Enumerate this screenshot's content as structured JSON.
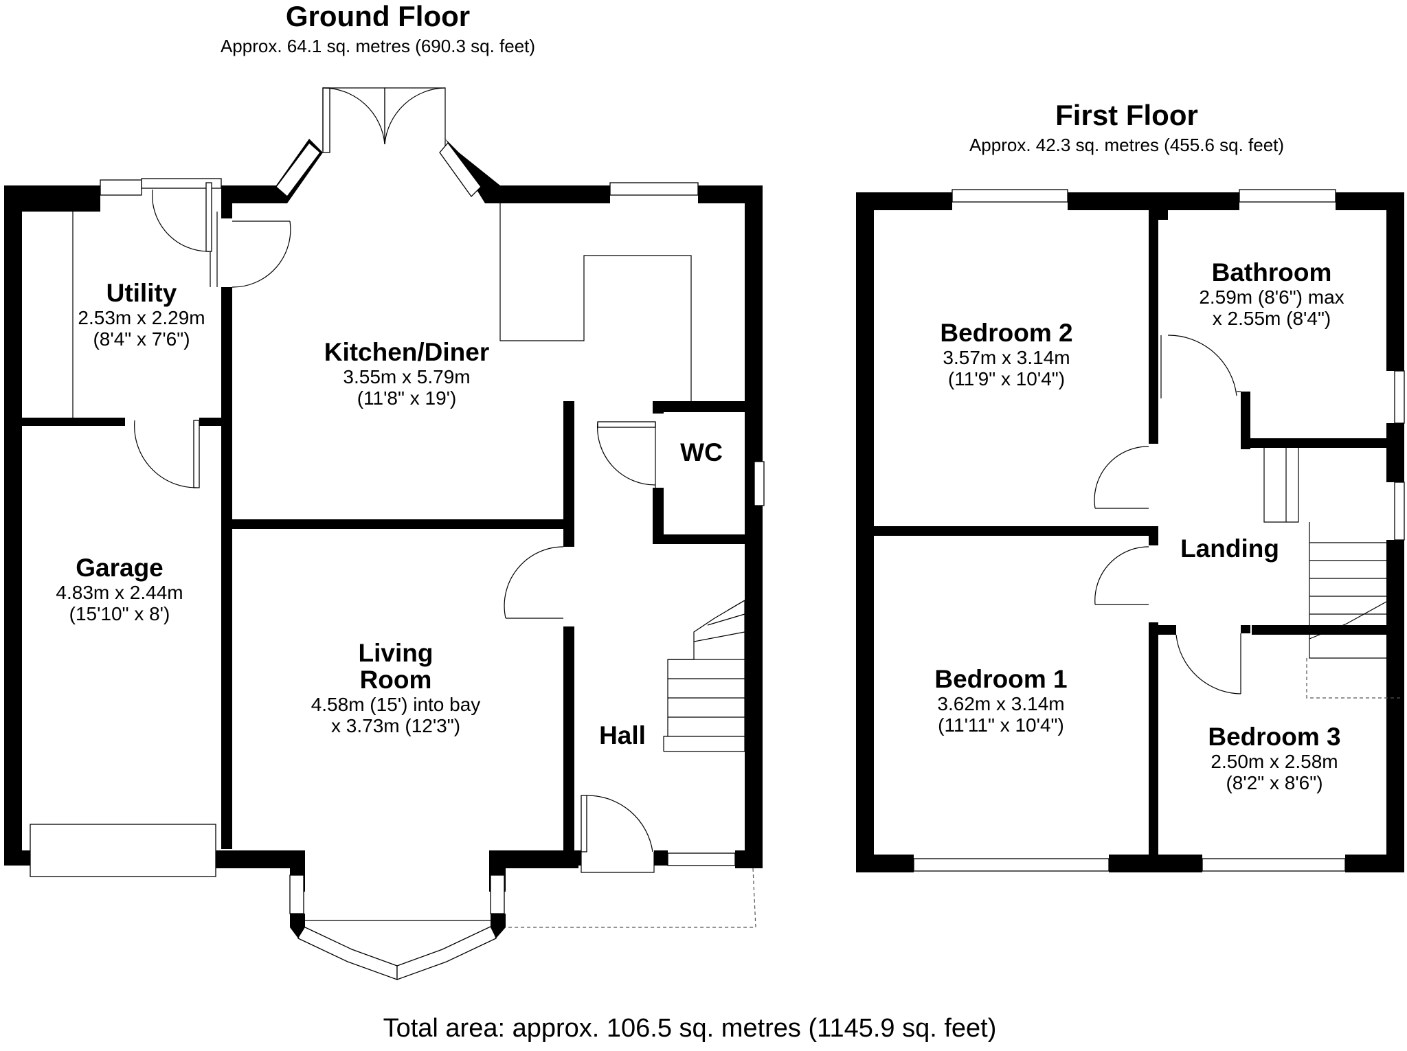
{
  "ground_floor": {
    "title": "Ground Floor",
    "area": "Approx. 64.1 sq. metres (690.3 sq. feet)",
    "rooms": {
      "utility": {
        "name": "Utility",
        "dim1": "2.53m x 2.29m",
        "dim2": "(8'4\" x 7'6\")"
      },
      "kitchen": {
        "name": "Kitchen/Diner",
        "dim1": "3.55m x 5.79m",
        "dim2": "(11'8\" x 19')"
      },
      "wc": {
        "name": "WC"
      },
      "garage": {
        "name": "Garage",
        "dim1": "4.83m x 2.44m",
        "dim2": "(15'10\" x 8')"
      },
      "living": {
        "name1": "Living",
        "name2": "Room",
        "dim1": "4.58m (15') into bay",
        "dim2": "x 3.73m (12'3\")"
      },
      "hall": {
        "name": "Hall"
      }
    }
  },
  "first_floor": {
    "title": "First Floor",
    "area": "Approx. 42.3 sq. metres (455.6 sq. feet)",
    "rooms": {
      "bedroom2": {
        "name": "Bedroom 2",
        "dim1": "3.57m x 3.14m",
        "dim2": "(11'9\" x 10'4\")"
      },
      "bathroom": {
        "name": "Bathroom",
        "dim1": "2.59m (8'6\") max",
        "dim2": "x 2.55m (8'4\")"
      },
      "landing": {
        "name": "Landing"
      },
      "bedroom1": {
        "name": "Bedroom 1",
        "dim1": "3.62m x 3.14m",
        "dim2": "(11'11\" x 10'4\")"
      },
      "bedroom3": {
        "name": "Bedroom 3",
        "dim1": "2.50m x 2.58m",
        "dim2": "(8'2\" x 8'6\")"
      }
    }
  },
  "total_area": "Total area: approx. 106.5 sq. metres (1145.9 sq. feet)"
}
